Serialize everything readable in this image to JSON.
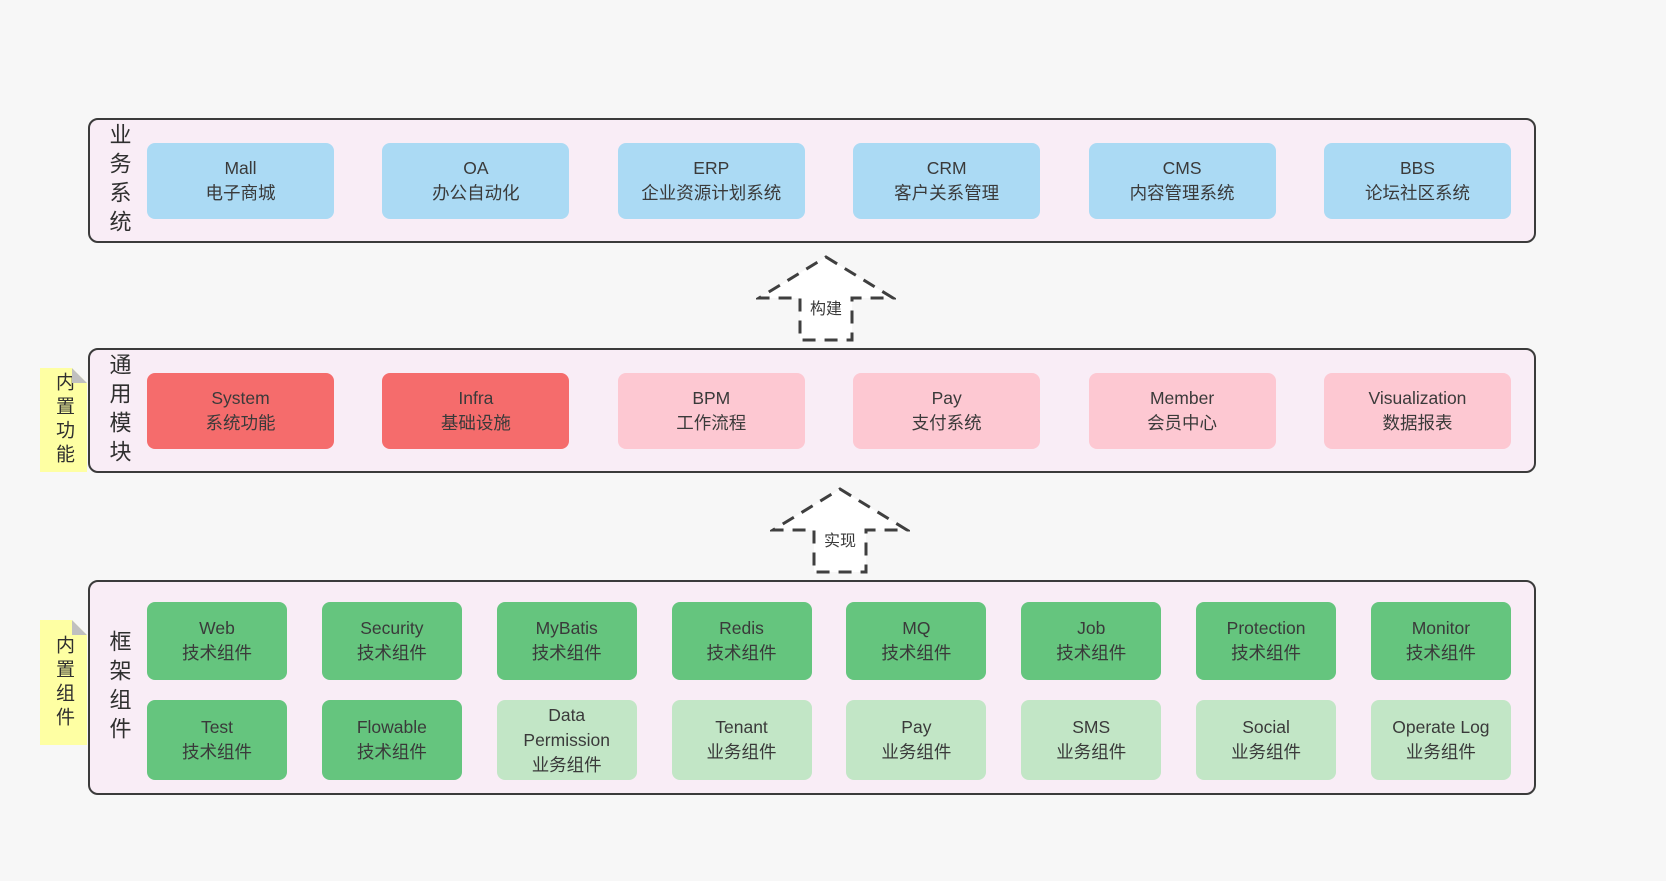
{
  "colors": {
    "page_bg": "#f7f7f7",
    "panel_bg": "#f9edf6",
    "panel_border": "#3b3b3b",
    "blue": "#abdaf4",
    "red": "#f56c6c",
    "pink": "#fdc8d2",
    "green": "#65c57e",
    "light_green": "#c2e6c6",
    "sticky_yellow": "#feffa3",
    "sticky_fold": "#c0c0c0",
    "text": "#3a3a3a"
  },
  "arrows": [
    {
      "label": "构建"
    },
    {
      "label": "实现"
    }
  ],
  "sections": {
    "business": {
      "label": "业务系统",
      "boxes": [
        {
          "name": "Mall",
          "subtitle": "电子商城"
        },
        {
          "name": "OA",
          "subtitle": "办公自动化"
        },
        {
          "name": "ERP",
          "subtitle": "企业资源计划系统"
        },
        {
          "name": "CRM",
          "subtitle": "客户关系管理"
        },
        {
          "name": "CMS",
          "subtitle": "内容管理系统"
        },
        {
          "name": "BBS",
          "subtitle": "论坛社区系统"
        }
      ]
    },
    "modules": {
      "label": "通用模块",
      "sticky": "内置功能",
      "boxes": [
        {
          "name": "System",
          "subtitle": "系统功能"
        },
        {
          "name": "Infra",
          "subtitle": "基础设施"
        },
        {
          "name": "BPM",
          "subtitle": "工作流程"
        },
        {
          "name": "Pay",
          "subtitle": "支付系统"
        },
        {
          "name": "Member",
          "subtitle": "会员中心"
        },
        {
          "name": "Visualization",
          "subtitle": "数据报表"
        }
      ]
    },
    "components": {
      "label": "框架组件",
      "sticky": "内置组件",
      "row1": [
        {
          "name": "Web",
          "subtitle": "技术组件"
        },
        {
          "name": "Security",
          "subtitle": "技术组件"
        },
        {
          "name": "MyBatis",
          "subtitle": "技术组件"
        },
        {
          "name": "Redis",
          "subtitle": "技术组件"
        },
        {
          "name": "MQ",
          "subtitle": "技术组件"
        },
        {
          "name": "Job",
          "subtitle": "技术组件"
        },
        {
          "name": "Protection",
          "subtitle": "技术组件"
        },
        {
          "name": "Monitor",
          "subtitle": "技术组件"
        }
      ],
      "row2": [
        {
          "name": "Test",
          "subtitle": "技术组件"
        },
        {
          "name": "Flowable",
          "subtitle": "技术组件"
        },
        {
          "name": "Data Permission",
          "subtitle": "业务组件"
        },
        {
          "name": "Tenant",
          "subtitle": "业务组件"
        },
        {
          "name": "Pay",
          "subtitle": "业务组件"
        },
        {
          "name": "SMS",
          "subtitle": "业务组件"
        },
        {
          "name": "Social",
          "subtitle": "业务组件"
        },
        {
          "name": "Operate Log",
          "subtitle": "业务组件"
        }
      ]
    }
  }
}
